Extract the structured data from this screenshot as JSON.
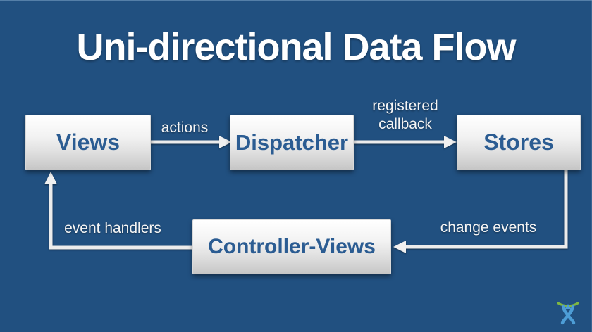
{
  "slide": {
    "title": "Uni-directional Data Flow"
  },
  "diagram": {
    "type": "flow-diagram",
    "nodes": [
      {
        "id": "views",
        "label": "Views"
      },
      {
        "id": "dispatcher",
        "label": "Dispatcher"
      },
      {
        "id": "stores",
        "label": "Stores"
      },
      {
        "id": "controller_views",
        "label": "Controller-Views"
      }
    ],
    "edges": [
      {
        "from": "views",
        "to": "dispatcher",
        "label": "actions"
      },
      {
        "from": "dispatcher",
        "to": "stores",
        "label": "registered callback"
      },
      {
        "from": "stores",
        "to": "controller_views",
        "label": "change events"
      },
      {
        "from": "controller_views",
        "to": "views",
        "label": "event handlers"
      }
    ]
  },
  "branding": {
    "logo": "atlassian-logo"
  },
  "colors": {
    "background": "#215080",
    "node_text": "#2b5c92",
    "label_text": "#f5f5f5",
    "arrow": "#ececec",
    "logo_blue": "#4d9dd6",
    "logo_green": "#7fb742"
  }
}
